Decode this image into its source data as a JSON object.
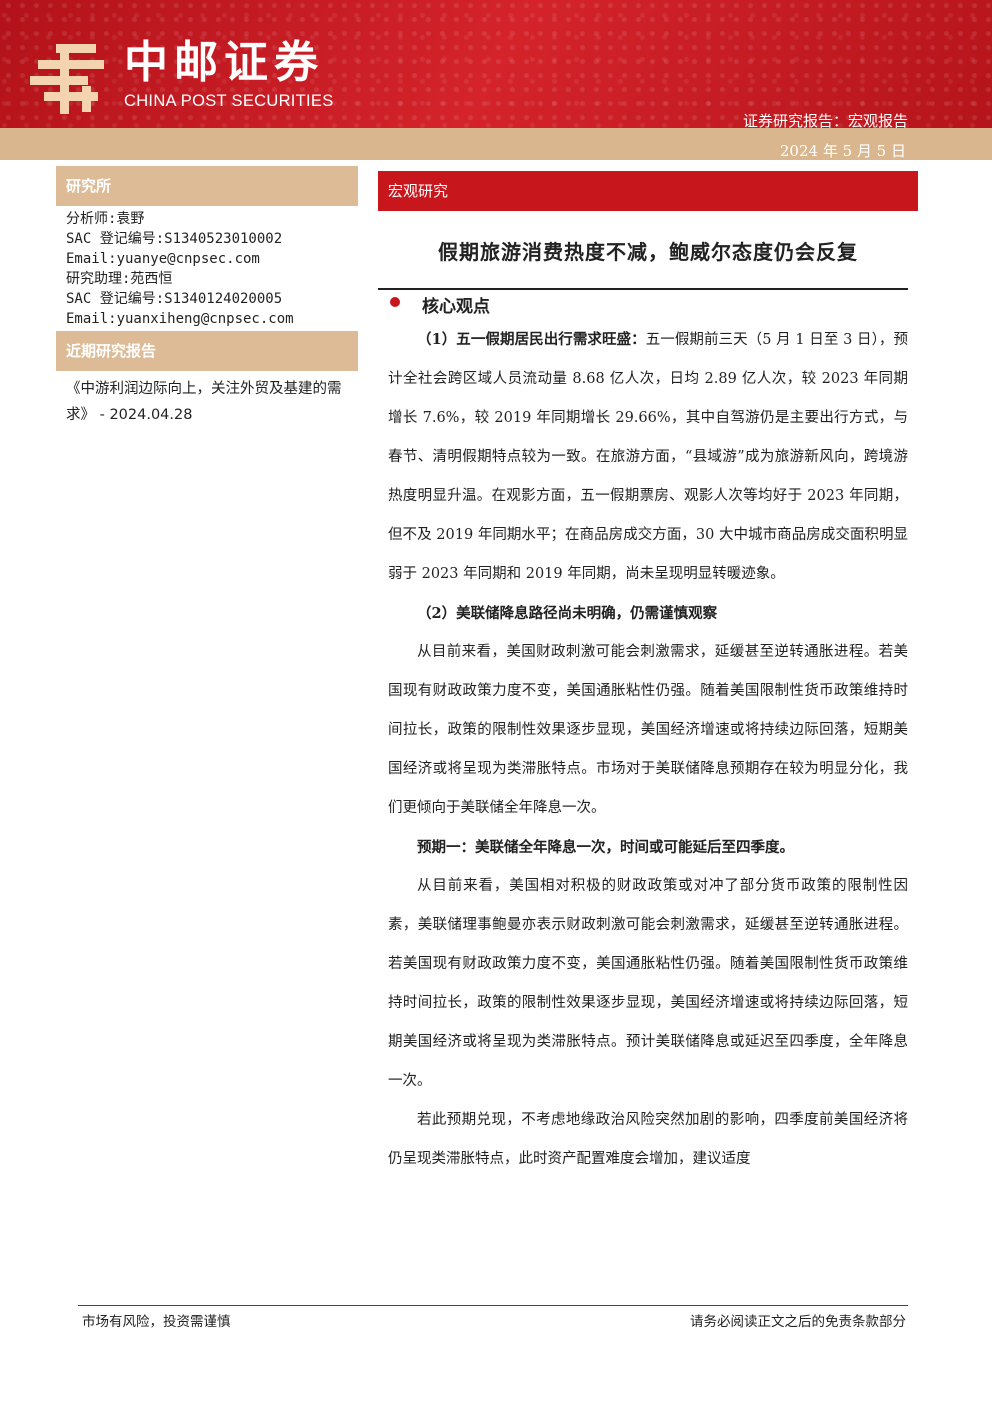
{
  "header": {
    "brand_cn": "中邮证券",
    "brand_en": "CHINA POST SECURITIES",
    "report_type": "证券研究报告：宏观报告",
    "date": "2024 年 5 月 5 日",
    "brand_color": "#c8161d",
    "accent_color": "#d9b68d"
  },
  "sidebar": {
    "institute_title": "研究所",
    "analysts": [
      "分析师:袁野",
      "SAC 登记编号:S1340523010002",
      "Email:yuanye@cnpsec.com",
      "研究助理:苑西恒",
      "SAC 登记编号:S1340124020005",
      "Email:yuanxiheng@cnpsec.com"
    ],
    "recent_title": "近期研究报告",
    "recent_reports": [
      "《中游利润边际向上，关注外贸及基建的需求》 - 2024.04.28"
    ]
  },
  "main": {
    "section": "宏观研究",
    "title": "假期旅游消费热度不减，鲍威尔态度仍会反复",
    "core_title": "核心观点",
    "p1_lead": "（1）五一假期居民出行需求旺盛：",
    "p1_text": "五一假期前三天（5 月 1 日至 3 日），预计全社会跨区域人员流动量 8.68 亿人次，日均 2.89 亿人次，较 2023 年同期增长 7.6%，较 2019 年同期增长 29.66%，其中自驾游仍是主要出行方式，与春节、清明假期特点较为一致。在旅游方面，“县域游”成为旅游新风向，跨境游热度明显升温。在观影方面，五一假期票房、观影人次等均好于 2023 年同期，但不及 2019 年同期水平；在商品房成交方面，30 大中城市商品房成交面积明显弱于 2023 年同期和 2019 年同期，尚未呈现明显转暖迹象。",
    "p2_head": "（2）美联储降息路径尚未明确，仍需谨慎观察",
    "p3": "从目前来看，美国财政刺激可能会刺激需求，延缓甚至逆转通胀进程。若美国现有财政政策力度不变，美国通胀粘性仍强。随着美国限制性货币政策维持时间拉长，政策的限制性效果逐步显现，美国经济增速或将持续边际回落，短期美国经济或将呈现为类滞胀特点。市场对于美联储降息预期存在较为明显分化，我们更倾向于美联储全年降息一次。",
    "p4_head": "预期一：美联储全年降息一次，时间或可能延后至四季度。",
    "p5": "从目前来看，美国相对积极的财政政策或对冲了部分货币政策的限制性因素，美联储理事鲍曼亦表示财政刺激可能会刺激需求，延缓甚至逆转通胀进程。若美国现有财政政策力度不变，美国通胀粘性仍强。随着美国限制性货币政策维持时间拉长，政策的限制性效果逐步显现，美国经济增速或将持续边际回落，短期美国经济或将呈现为类滞胀特点。预计美联储降息或延迟至四季度，全年降息一次。",
    "p6": "若此预期兑现，不考虑地缘政治风险突然加剧的影响，四季度前美国经济将仍呈现类滞胀特点，此时资产配置难度会增加，建议适度"
  },
  "footer": {
    "left": "市场有风险，投资需谨慎",
    "right": "请务必阅读正文之后的免责条款部分"
  }
}
